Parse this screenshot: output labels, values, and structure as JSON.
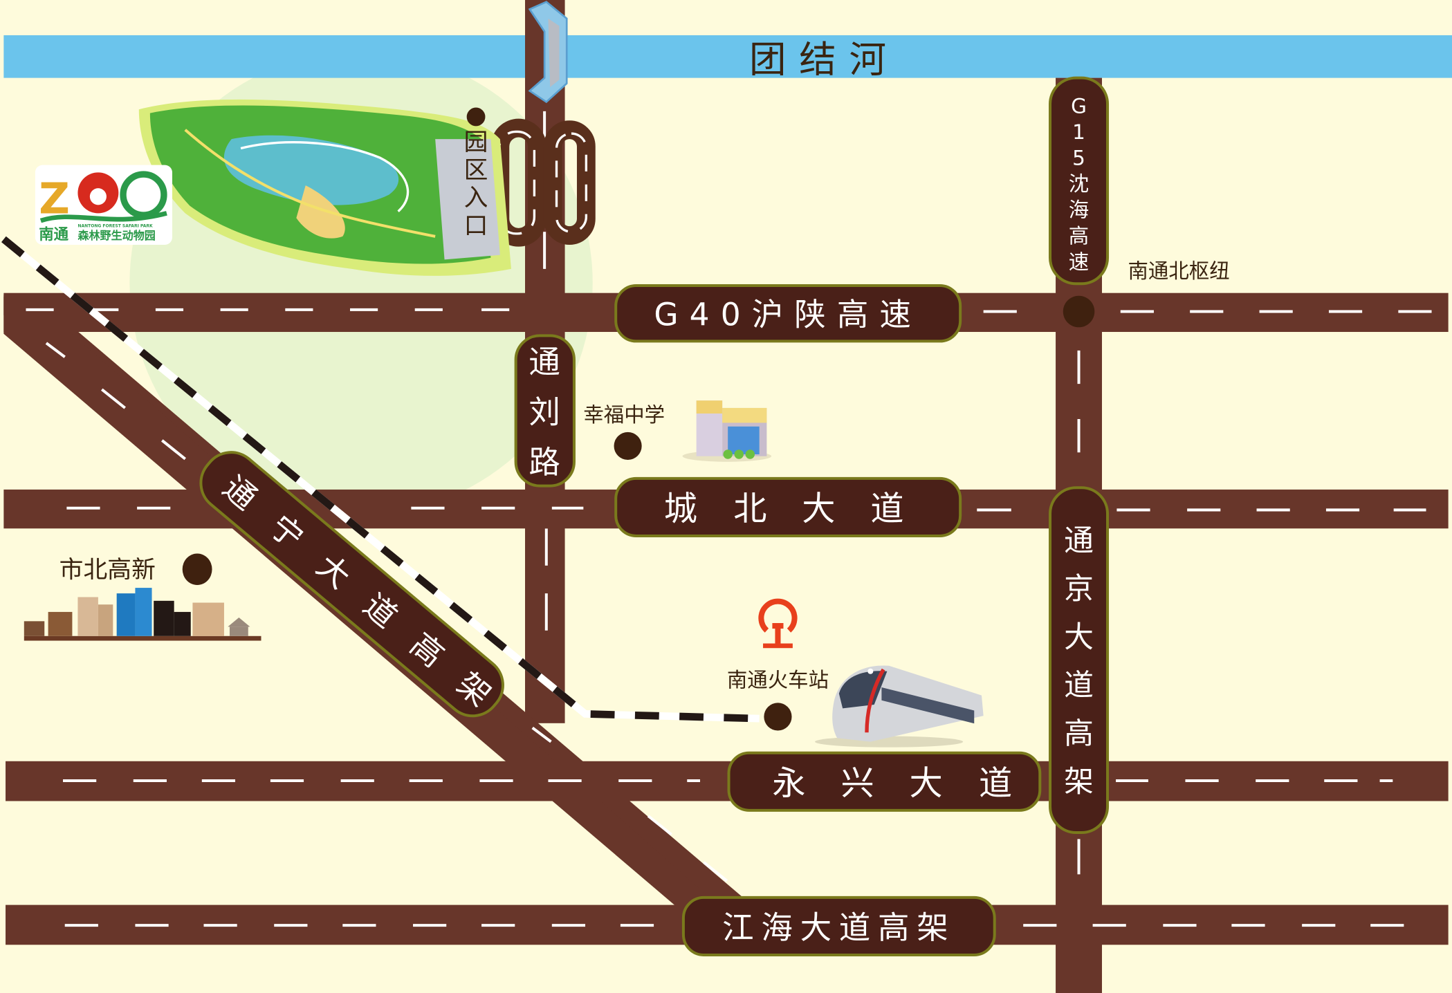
{
  "map": {
    "colors": {
      "background": "#fefbdc",
      "river": "#6bc4ec",
      "road": "#68362a",
      "road_label_bg": "#4a2018",
      "road_label_border": "#7a7a1c",
      "dash": "#ffffff",
      "poi_dot": "#3f210f",
      "text_dark": "#3a2410",
      "rail_logo": "#e8401c"
    },
    "river": {
      "name": "团结河"
    },
    "roads": {
      "g40": "G40沪陕高速",
      "g15": [
        "G",
        "1",
        "5",
        "沈",
        "海",
        "高",
        "速"
      ],
      "tongliu": [
        "通",
        "刘",
        "路"
      ],
      "chengbei": [
        "城",
        "北",
        "大",
        "道"
      ],
      "yongxing": [
        "永",
        "兴",
        "大",
        "道"
      ],
      "jianghai": "江海大道高架",
      "tongjing": [
        "通",
        "京",
        "大",
        "道",
        "高",
        "架"
      ],
      "tongning": [
        "通",
        "宁",
        "大",
        "道",
        "高",
        "架"
      ]
    },
    "pois": {
      "zoo_entrance": [
        "园",
        "区",
        "入",
        "口"
      ],
      "school": "幸福中学",
      "gaoxin": "市北高新",
      "hub": "南通北枢纽",
      "station": "南通火车站"
    },
    "zoo_logo": {
      "mark": "ZOO",
      "en": "NANTONG FOREST SAFARI PARK",
      "cn_a": "南通",
      "cn_b": "森林野生动物园"
    }
  }
}
